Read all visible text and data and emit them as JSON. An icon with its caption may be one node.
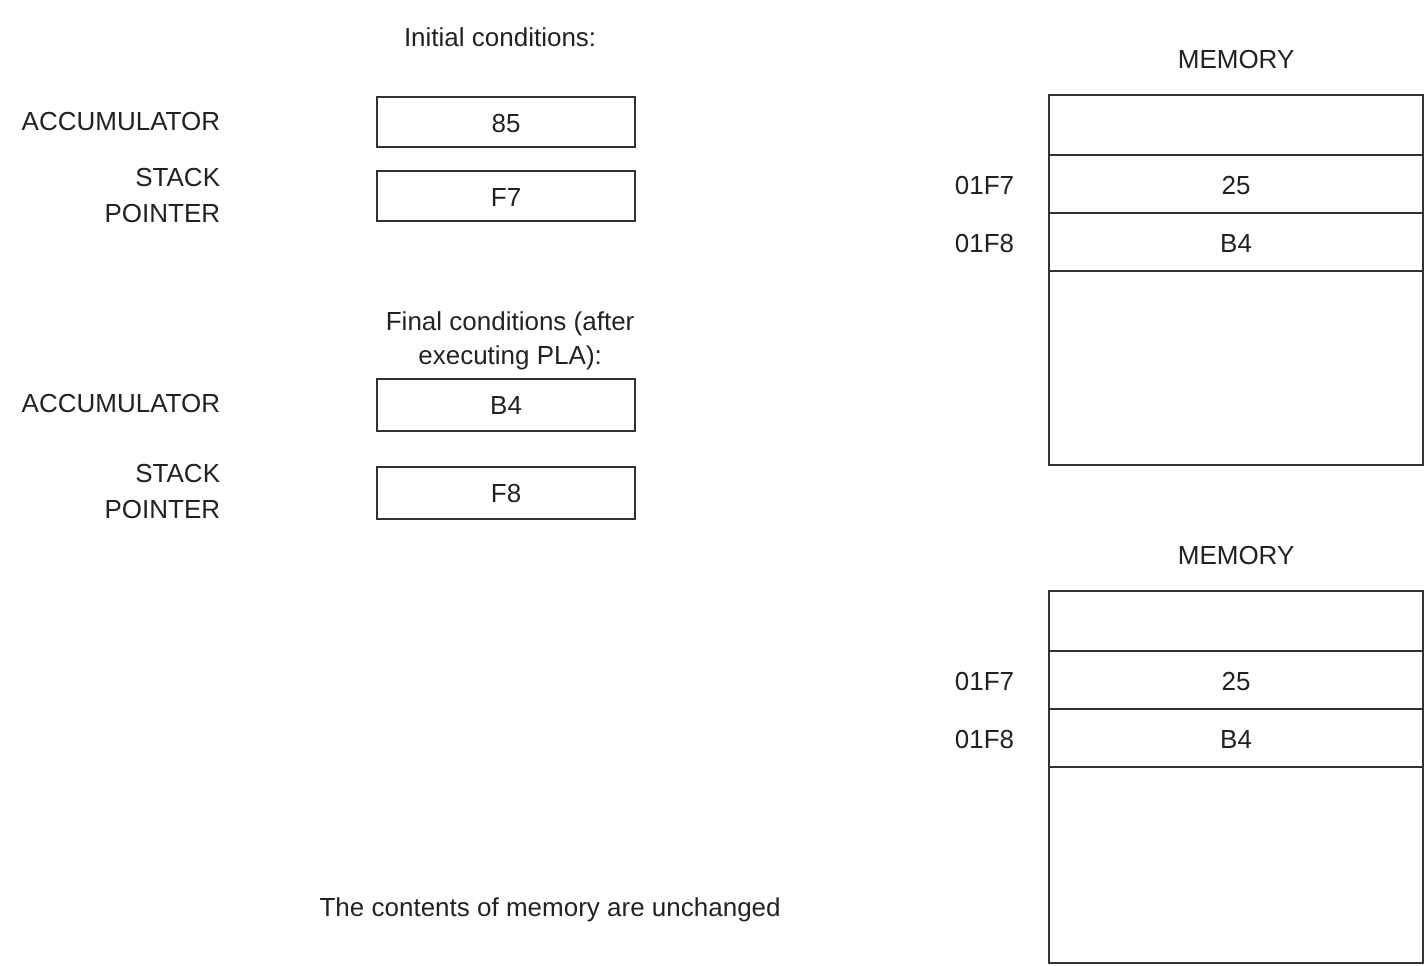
{
  "diagram": {
    "nodes": [
      {
        "text": [
          "85"
        ]
      },
      {
        "text": [
          "F7"
        ]
      },
      {
        "text": [
          "MEMORY"
        ]
      },
      {
        "text": [],
        "shape": "box",
        "in": 2
      },
      {
        "text": [
          "25"
        ],
        "beside": [
          "01F7"
        ],
        "in": 2
      },
      {
        "text": [
          "B4"
        ],
        "beside": [
          "01F8"
        ],
        "in": 2
      },
      {
        "text": [
          "B4"
        ]
      },
      {
        "text": [
          "F8"
        ]
      },
      {
        "text": [
          "MEMORY"
        ]
      },
      {
        "text": [],
        "shape": "box",
        "in": 8
      },
      {
        "text": [
          "25"
        ],
        "beside": [
          "01F7"
        ],
        "in": 8
      },
      {
        "text": [
          "B4"
        ],
        "beside": [
          "01F8"
        ],
        "in": 8
      }
    ],
    "edges": [],
    "labels": [
      "Initial conditions:",
      "ACCUMULATOR",
      "STACK POINTER",
      "Final conditions (after executing PLA):",
      "ACCUMULATOR",
      "STACK POINTER",
      "The contents of memory are unchanged"
    ]
  }
}
